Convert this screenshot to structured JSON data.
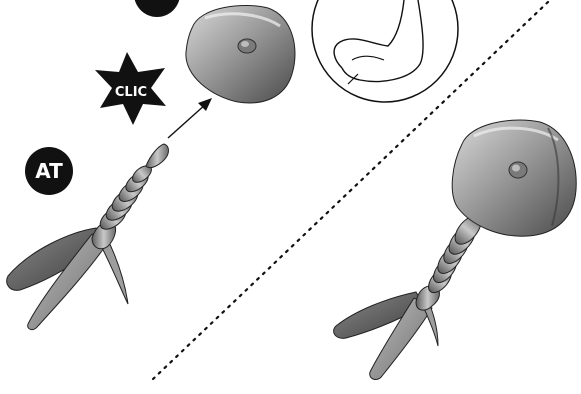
{
  "labels": {
    "badge_at": "AT",
    "star_clic": "CLIC"
  },
  "colors": {
    "ink": "#111111",
    "background": "#ffffff"
  },
  "icons": [
    "black-circle-badge",
    "black-star-burst",
    "arrow-icon",
    "flexed-arm-icon",
    "dotted-divider",
    "dart-with-suction-cup"
  ]
}
